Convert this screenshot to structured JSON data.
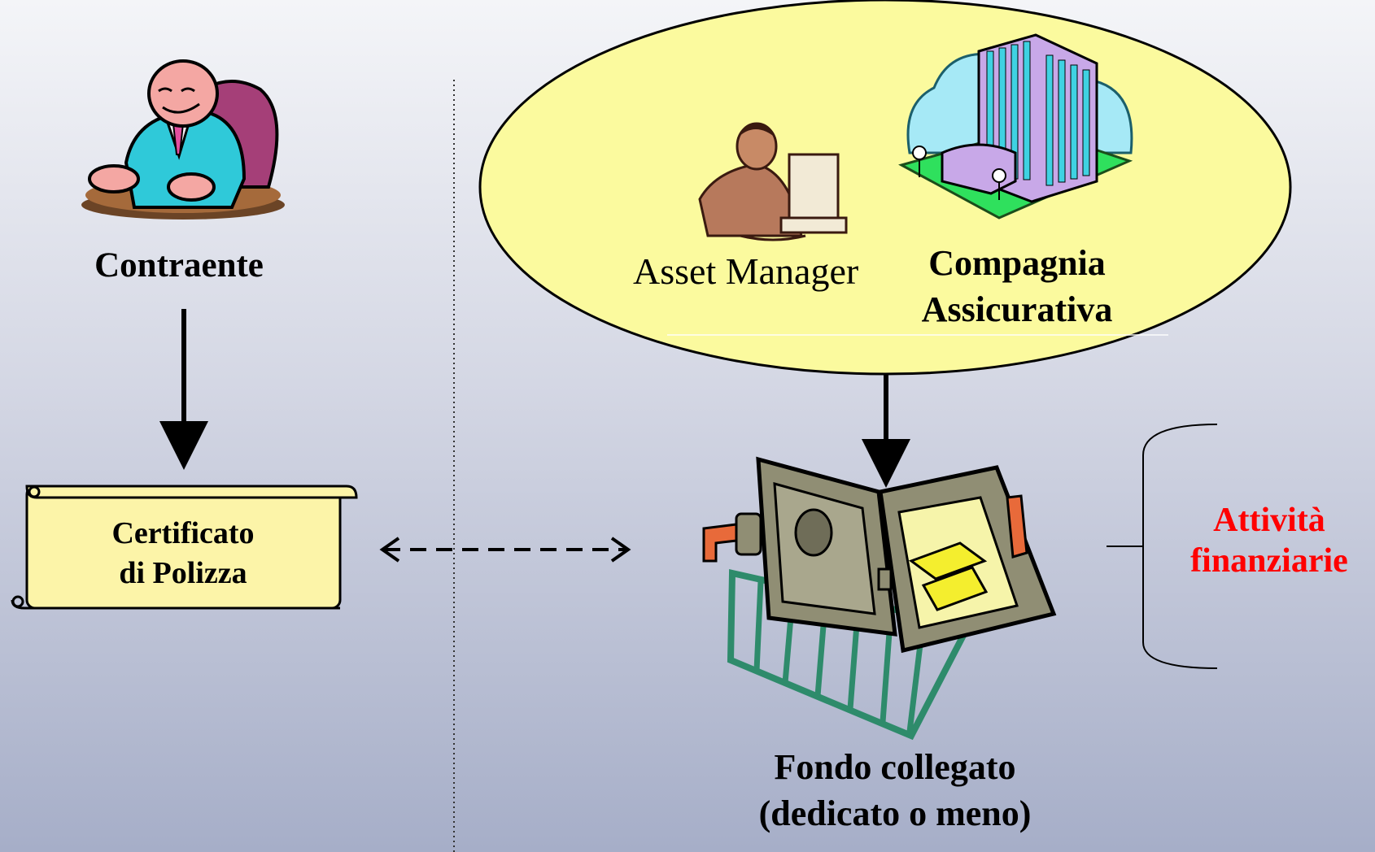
{
  "left_party": {
    "title": "Contraente",
    "icon": "businessman-icon",
    "document": {
      "line1": "Certificato",
      "line2": "di Polizza",
      "icon": "scroll-icon"
    }
  },
  "company_group": {
    "asset_manager": {
      "label": "Asset Manager",
      "icon": "manager-at-computer-icon"
    },
    "insurer": {
      "line1": "Compagnia",
      "line2": "Assicurativa",
      "icon": "office-building-icon"
    },
    "ellipse_color": "#fbfa9e"
  },
  "fund": {
    "line1": "Fondo collegato",
    "line2": "(dedicato o meno)",
    "icon": "safe-with-gold-icon"
  },
  "assets": {
    "line1": "Attività",
    "line2": "finanziarie",
    "color": "#ff0000"
  },
  "colors": {
    "background_top": "#f4f5f8",
    "background_bottom": "#a6aec8",
    "scroll_fill": "#fcf4a8"
  }
}
